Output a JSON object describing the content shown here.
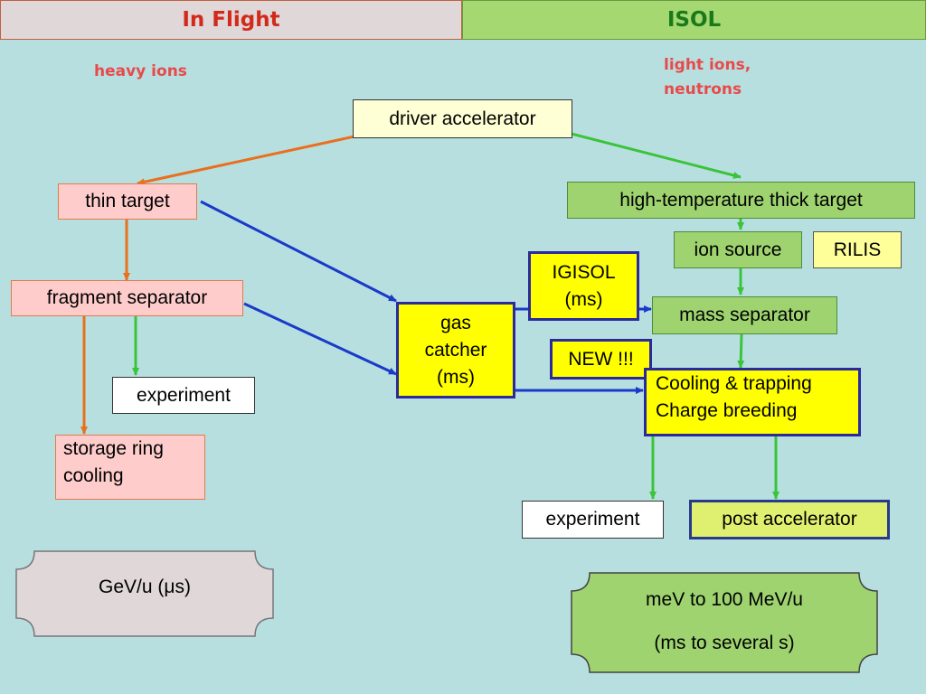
{
  "header": {
    "left_title": "In Flight",
    "right_title": "ISOL"
  },
  "notes": {
    "heavy_ions": "heavy ions",
    "light_ions_line1": "light ions,",
    "light_ions_line2": "neutrons"
  },
  "nodes": {
    "driver_accelerator": "driver accelerator",
    "thin_target": "thin target",
    "fragment_separator": "fragment separator",
    "experiment_left": "experiment",
    "storage_ring_line1": "storage ring",
    "storage_ring_line2": "cooling",
    "high_temp_thick_target": "high-temperature thick target",
    "ion_source": "ion source",
    "rilis": "RILIS",
    "igisol_line1": "IGISOL",
    "igisol_line2": "(ms)",
    "mass_separator": "mass separator",
    "gas_catcher_line1": "gas",
    "gas_catcher_line2": "catcher",
    "gas_catcher_line3": "(ms)",
    "new_label": "NEW !!!",
    "cooling_line1": "Cooling & trapping",
    "cooling_line2": "Charge breeding",
    "experiment_right": "experiment",
    "post_accelerator": "post accelerator"
  },
  "panels": {
    "left_energy": "GeV/u (μs)",
    "right_energy_line1": "meV  to 100 MeV/u",
    "right_energy_line2": "(ms to several s)"
  },
  "colors": {
    "background": "#b8dfe0",
    "orange_arrow": "#e8701e",
    "green_arrow": "#3ac43a",
    "blue_arrow": "#1a3ac8",
    "red_text": "#e84a4a"
  }
}
